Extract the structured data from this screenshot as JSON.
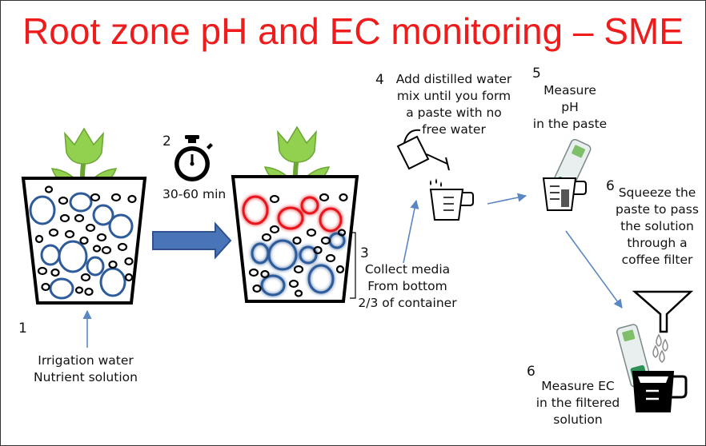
{
  "title": "Root zone pH and EC monitoring –  SME",
  "colors": {
    "title": "#ee1c1c",
    "leaf_green": "#92d050",
    "blue_media": "#2e5b9a",
    "red_media": "#e8141c",
    "arrow_blue": "#4a74b8",
    "thin_arrow": "#5b86c4"
  },
  "icons": [
    "tulip-icon",
    "stopwatch-icon",
    "watering-can-icon",
    "measuring-cup-icon",
    "ph-meter-icon",
    "funnel-icon",
    "water-drops-icon",
    "ec-meter-icon",
    "filtered-beaker-icon"
  ],
  "steps": {
    "s1": {
      "number": "1",
      "line1": "Irrigation water",
      "line2": "Nutrient solution"
    },
    "s2": {
      "number": "2",
      "duration": "30-60 min"
    },
    "s3": {
      "number": "3",
      "line1": "Collect media",
      "line2": "From bottom",
      "line3": "2/3 of container"
    },
    "s4": {
      "number": "4",
      "line1": "Add distilled water",
      "line2": "mix until you form",
      "line3": "a paste with no",
      "line4": "free water"
    },
    "s5": {
      "number": "5",
      "line1": "Measure",
      "line2": "pH",
      "line3": "in the paste"
    },
    "s6a": {
      "number": "6",
      "line1": "Squeeze the",
      "line2": "paste to pass",
      "line3": "the solution",
      "line4": "through a",
      "line5": "coffee filter"
    },
    "s6b": {
      "number": "6",
      "line1": "Measure EC",
      "line2": "in the filtered",
      "line3": "solution"
    }
  }
}
